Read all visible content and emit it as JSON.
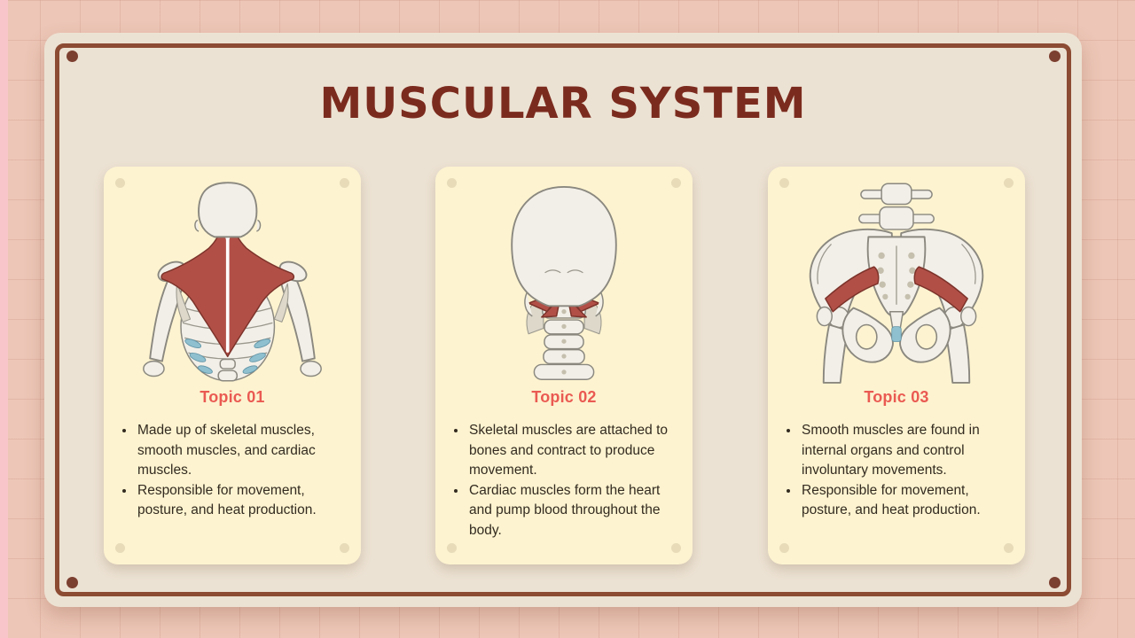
{
  "slide": {
    "title": "MUSCULAR SYSTEM",
    "cards": [
      {
        "topic": "Topic 01",
        "illustration": "upper-back-trapezius-muscle",
        "bullets": [
          "Made up of skeletal muscles, smooth muscles, and cardiac muscles.",
          "Responsible for movement, posture, and heat production."
        ]
      },
      {
        "topic": "Topic 02",
        "illustration": "skull-posterior-suboccipital-muscles",
        "bullets": [
          "Skeletal muscles are attached to bones and contract to produce movement.",
          "Cardiac muscles form the heart and pump blood throughout the body."
        ]
      },
      {
        "topic": "Topic 03",
        "illustration": "pelvis-posterior-piriformis-muscles",
        "bullets": [
          "Smooth muscles are found in internal organs and control involuntary movements.",
          "Responsible for movement, posture, and heat production."
        ]
      }
    ],
    "colors": {
      "page_background": "#edc6b7",
      "left_strip": "#f8c6ca",
      "board": "#ece2d3",
      "board_border": "#8c4b33",
      "card": "#fdf3d0",
      "title_text": "#7b2b1e",
      "topic_text": "#ea5a52",
      "body_text": "#332b20",
      "muscle_red": "#b14f47",
      "bone": "#f2efe8",
      "cartilage_blue": "#8fc0d0"
    }
  }
}
